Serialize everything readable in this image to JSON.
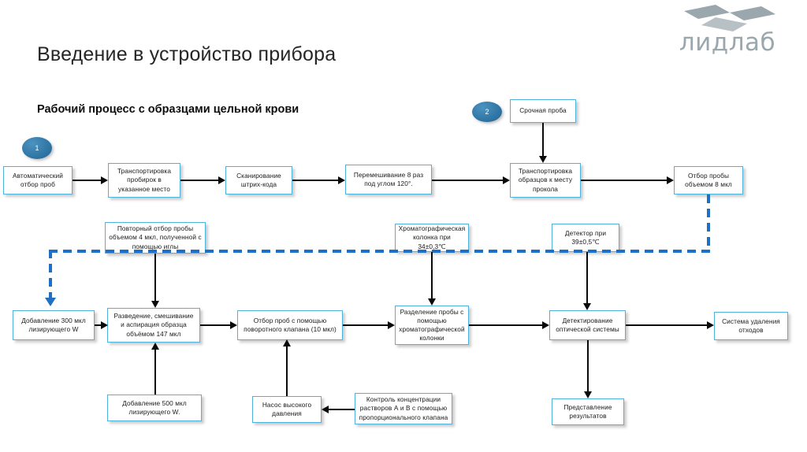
{
  "logo": {
    "text": "лидлаб",
    "mark_name": "lidlab-chevron-mark",
    "color": "#9aa7ad"
  },
  "title": "Введение в устройство прибора",
  "subtitle": "Рабочий процесс с образцами цельной крови",
  "colors": {
    "node_border": "#4eb2dd",
    "badge_fill": "#2e79ab",
    "dashed_path": "#1f6fc4",
    "connector": "#0a0a0a",
    "title_text": "#262626"
  },
  "badges": [
    {
      "label": "1"
    },
    {
      "label": "2"
    }
  ],
  "nodes": {
    "auto_sampling": "Автоматический отбор проб",
    "transport_tubes": "Транспортировка пробирок в указанное место",
    "barcode_scan": "Сканирование штрих-кода",
    "mixing": "Перемешивание 8 раз под углом 120°.",
    "urgent_sample": "Срочная проба",
    "transport_to_puncture": "Транспортировка образцов к месту прокола",
    "sample_8ul": "Отбор пробы объемом 8 мкл",
    "repeat_sample_4ul": "Повторный отбор пробы объемом 4 мкл, полученной с помощью иглы",
    "chrom_column_temp": "Хроматографическая колонка при 34±0,3℃",
    "detector_temp": "Детектор при 39±0,5℃",
    "add_300ul": "Добавление 300 мкл лизирующего W",
    "dilute_mix_aspirate": "Разведение, смешивание и аспирация образца объёмом 147 мкл",
    "rotary_valve": "Отбор проб с помощью поворотного клапана (10 мкл)",
    "separation": "Разделение пробы с помощью хроматографической колонки",
    "optical_detection": "Детектирование оптической системы",
    "waste_system": "Система удаления отходов",
    "add_500ul": "Добавление 500 мкл лизирующего W.",
    "hp_pump": "Насос высокого давления",
    "conc_control": "Контроль концентрации растворов А и В с помощью пропорционального клапана",
    "results": "Представление результатов"
  }
}
